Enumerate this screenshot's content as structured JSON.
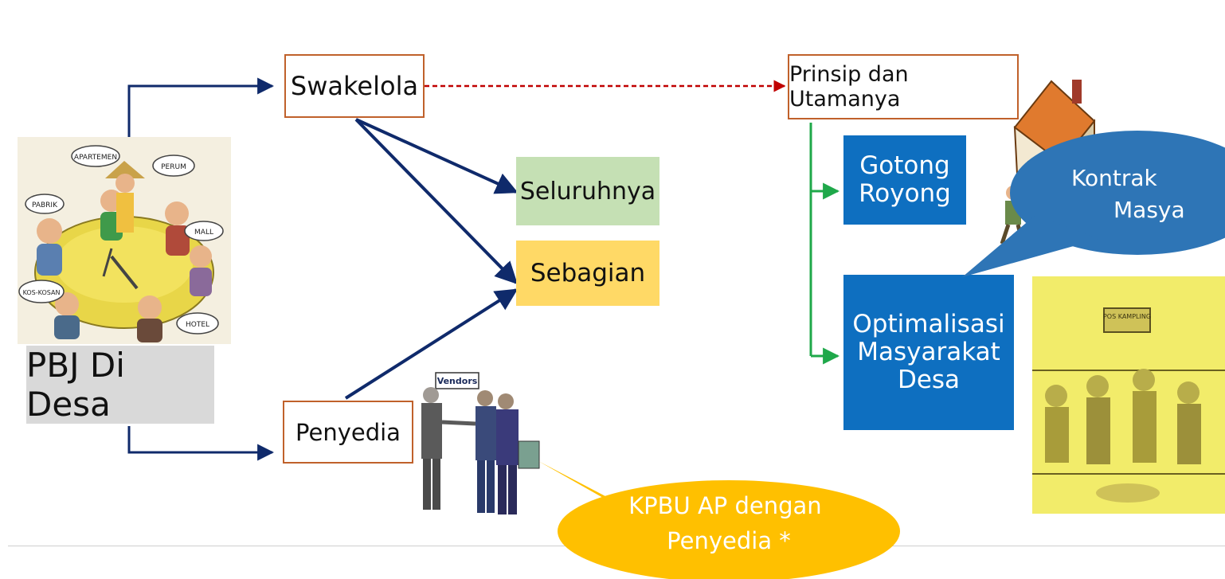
{
  "diagram": {
    "root_label": "PBJ Di Desa",
    "swakelola": "Swakelola",
    "penyedia": "Penyedia",
    "seluruhnya": "Seluruhnya",
    "sebagian": "Sebagian",
    "prinsip": "Prinsip dan Utamanya",
    "gotong_royong": "Gotong\nRoyong",
    "optimalisasi": "Optimalisasi\nMasyarakat\nDesa",
    "callout_kpbu": "KPBU AP dengan\nPenyedia *",
    "callout_kontrak": "Kontrak\nMasya",
    "cartoon_bubbles": [
      "APARTEMEN",
      "PERUM",
      "PABRIK",
      "MALL",
      "KOS-KOSAN",
      "HOTEL"
    ],
    "vendors_sign": "Vendors",
    "pos_sign": "POS KAMPLING"
  },
  "colors": {
    "arrow_navy": "#0f2a6b",
    "dashed_red": "#c00000",
    "green_branch": "#1fa84a",
    "box_border": "#c0612b",
    "blue_box": "#0e6fc0",
    "green_fill": "#c5e0b4",
    "gold_fill": "#ffd966",
    "callout_gold": "#ffc000",
    "callout_blue": "#2e75b6",
    "label_grey": "#d9d9d9",
    "poster_yellow": "#f2ec6a"
  }
}
